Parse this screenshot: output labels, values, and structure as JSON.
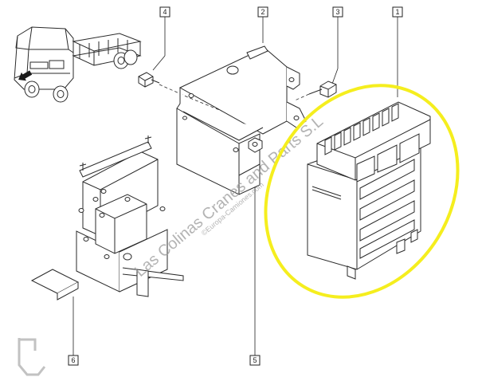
{
  "callouts": [
    {
      "id": "1",
      "label": "1"
    },
    {
      "id": "2",
      "label": "2"
    },
    {
      "id": "3",
      "label": "3"
    },
    {
      "id": "4",
      "label": "4"
    },
    {
      "id": "5",
      "label": "5"
    },
    {
      "id": "6",
      "label": "6"
    }
  ],
  "watermark": {
    "main": "Las Colinas Cranes and Parts S.L",
    "small": "©Europa-Camiones.com"
  },
  "colors": {
    "line": "#2a2a2a",
    "highlight_ring": "#f5ee1e",
    "watermark": "#9a9a9a",
    "vehicle_arrow": "#1a1a1a"
  },
  "icons": {
    "watermark_logo": "tow-hook-icon"
  }
}
